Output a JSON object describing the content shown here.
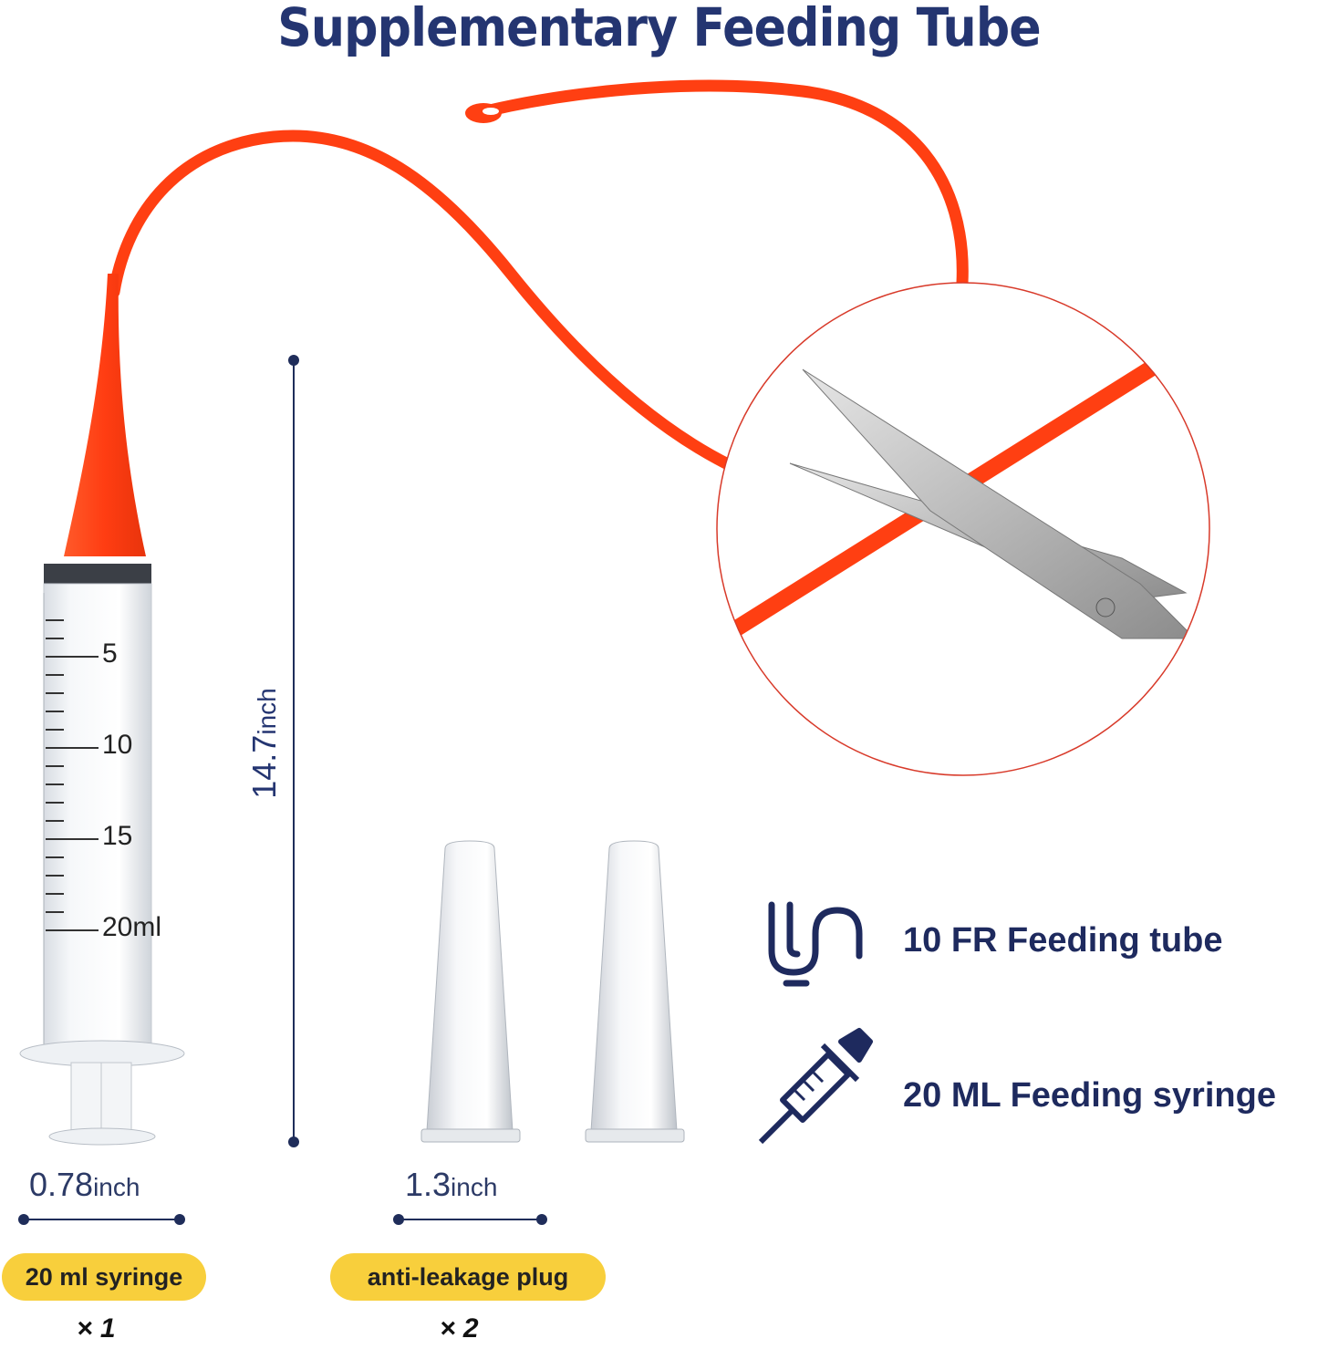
{
  "title": "Supplementary Feeding Tube",
  "dimensions": {
    "height": {
      "value": "14.7",
      "unit": "inch"
    },
    "syringe_width": {
      "value": "0.78",
      "unit": "inch"
    },
    "plug_width": {
      "value": "1.3",
      "unit": "inch"
    }
  },
  "syringe_marks": [
    "5",
    "10",
    "15",
    "20ml"
  ],
  "items": [
    {
      "label": "20 ml syringe",
      "quantity": "× 1"
    },
    {
      "label": "anti-leakage plug",
      "quantity": "× 2"
    }
  ],
  "features": [
    {
      "icon": "feeding-tube-icon",
      "label": "10 FR Feeding tube"
    },
    {
      "icon": "syringe-icon",
      "label": "20 ML Feeding syringe"
    }
  ],
  "colors": {
    "accent": "#243571",
    "tube": "#ff4a1c",
    "pill": "#f8cf3c"
  }
}
